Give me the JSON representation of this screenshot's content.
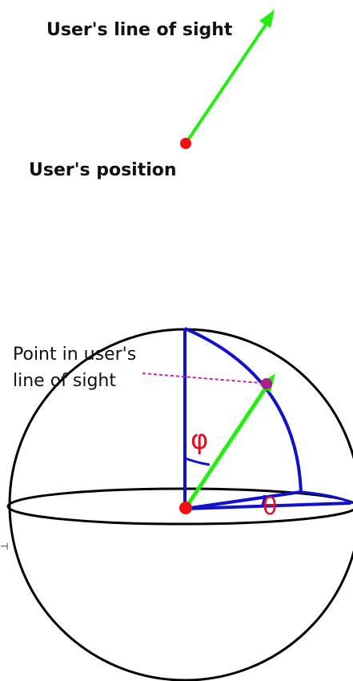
{
  "top": {
    "line_of_sight_label": "User's line of sight",
    "position_label": "User's position"
  },
  "bottom": {
    "point_label_line1": "Point in user's",
    "point_label_line2": "line of sight",
    "phi_label": "φ",
    "theta_label": "θ",
    "edge_mark": "⊣"
  },
  "colors": {
    "arrow": "#22ee11",
    "user_dot": "#ee1111",
    "target_dot": "#aa2288",
    "blue_lines": "#1111cc",
    "greek": "#dd1122",
    "dashed": "#cc22aa",
    "outline": "#000000"
  }
}
